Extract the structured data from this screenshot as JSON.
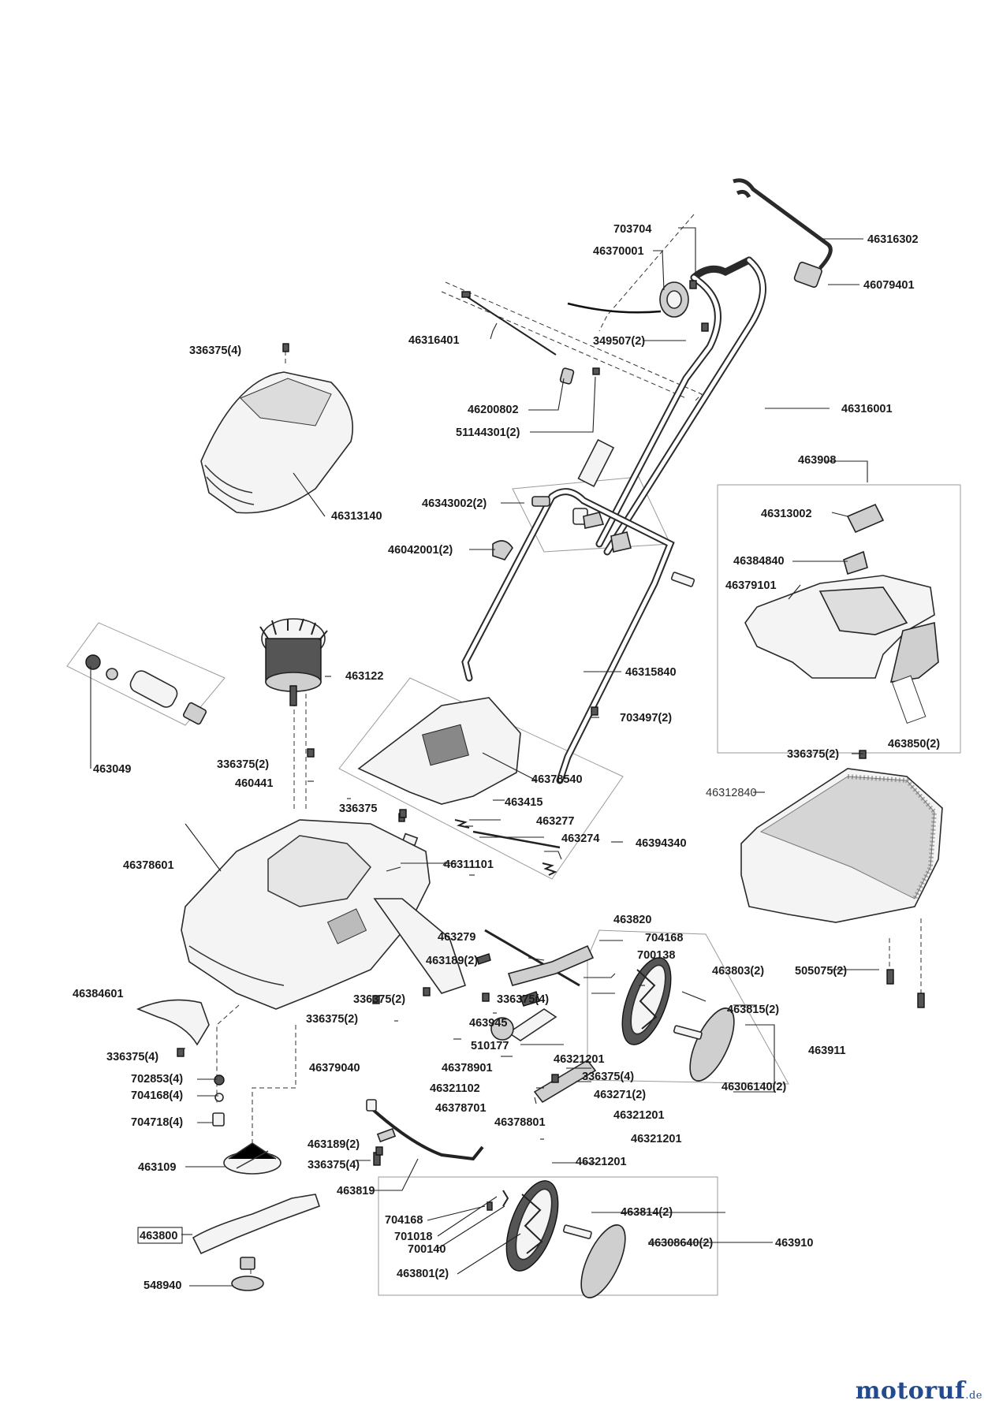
{
  "brand": {
    "name": "motoruf",
    "tld": ".de",
    "color": "#234a8c"
  },
  "labels": {
    "l703704": "703704",
    "l46316302": "46316302",
    "l46370001": "46370001",
    "l46079401": "46079401",
    "l336375_4_top": "336375(4)",
    "l46316401": "46316401",
    "l349507_2": "349507(2)",
    "l46200802": "46200802",
    "l46316001": "46316001",
    "l51144301_2": "51144301(2)",
    "l463908": "463908",
    "l46343002_2": "46343002(2)",
    "l46313002": "46313002",
    "l46313140": "46313140",
    "l46042001_2": "46042001(2)",
    "l46384840": "46384840",
    "l46379101": "46379101",
    "l463122": "463122",
    "l46315840": "46315840",
    "l703497_2": "703497(2)",
    "l336375_2_bag": "336375(2)",
    "l463850_2": "463850(2)",
    "l463049": "463049",
    "l336375_2_motor": "336375(2)",
    "l46378540": "46378540",
    "l460441": "460441",
    "l46312840": "46312840",
    "l336375_mid": "336375",
    "l463415": "463415",
    "l463277": "463277",
    "l463274": "463274",
    "l46394340": "46394340",
    "l46378601": "46378601",
    "l46311101": "46311101",
    "l463820": "463820",
    "l463279": "463279",
    "l704168_a": "704168",
    "l463189_2_a": "463189(2)",
    "l700138": "700138",
    "l463803_2": "463803(2)",
    "l505075_2": "505075(2)",
    "l46384601": "46384601",
    "l336375_2_a": "336375(2)",
    "l336375_4_a": "336375(4)",
    "l463815_2": "463815(2)",
    "l336375_2_b": "336375(2)",
    "l463945": "463945",
    "l510177": "510177",
    "l463911": "463911",
    "l336375_4_b": "336375(4)",
    "l46379040": "46379040",
    "l46378901": "46378901",
    "l46321201_a": "46321201",
    "l702853_4": "702853(4)",
    "l336375_4_c": "336375(4)",
    "l46306140_2": "46306140(2)",
    "l704168_4": "704168(4)",
    "l46321102": "46321102",
    "l463271_2": "463271(2)",
    "l46378701": "46378701",
    "l46321201_b": "46321201",
    "l704718_4": "704718(4)",
    "l46378801": "46378801",
    "l46321201_c": "46321201",
    "l463189_2_b": "463189(2)",
    "l463109": "463109",
    "l336375_4_d": "336375(4)",
    "l46321201_d": "46321201",
    "l463819": "463819",
    "l463814_2": "463814(2)",
    "l704168_b": "704168",
    "l463800": "463800",
    "l46308640_2": "46308640(2)",
    "l463910": "463910",
    "l701018": "701018",
    "l700140": "700140",
    "l463801_2": "463801(2)",
    "l548940": "548940"
  }
}
